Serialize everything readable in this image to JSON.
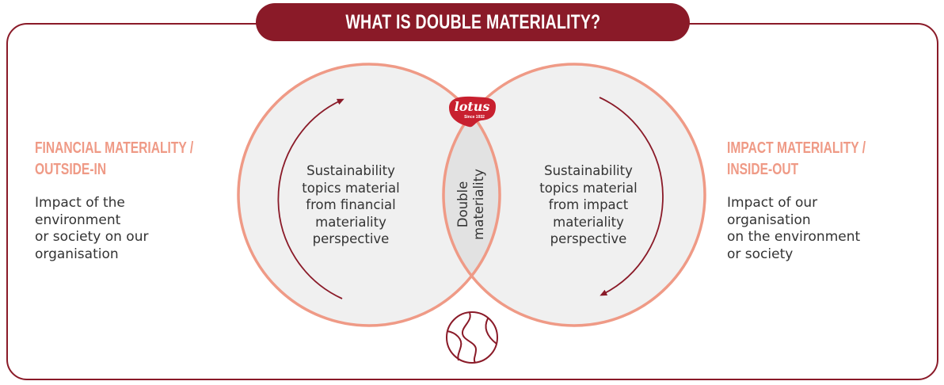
{
  "title": "WHAT IS DOUBLE MATERIALITY?",
  "colors": {
    "brand_dark_red": "#8a1a28",
    "salmon": "#ef9a86",
    "circle_fill": "#f0f0f0",
    "lens_fill": "#e2e2e2",
    "text": "#333333",
    "logo_red": "#c8202f"
  },
  "left_panel": {
    "heading_line1": "FINANCIAL MATERIALITY /",
    "heading_line2": "OUTSIDE-IN",
    "body": "Impact of the\nenvironment\nor society on our\norganisation"
  },
  "right_panel": {
    "heading_line1": "IMPACT MATERIALITY /",
    "heading_line2": "INSIDE-OUT",
    "body": "Impact of our\norganisation\non the environment\nor society"
  },
  "venn": {
    "left_circle_text": "Sustainability\ntopics material\nfrom financial\nmateriality\nperspective",
    "right_circle_text": "Sustainability\ntopics material\nfrom impact\nmateriality\nperspective",
    "intersection_text": "Double\nmateriality",
    "left_arrow_direction": "clockwise-up",
    "right_arrow_direction": "clockwise-down"
  },
  "logo": {
    "word": "lotus",
    "tagline": "Since 1932"
  },
  "icons": {
    "bottom_icon": "globe-icon"
  }
}
